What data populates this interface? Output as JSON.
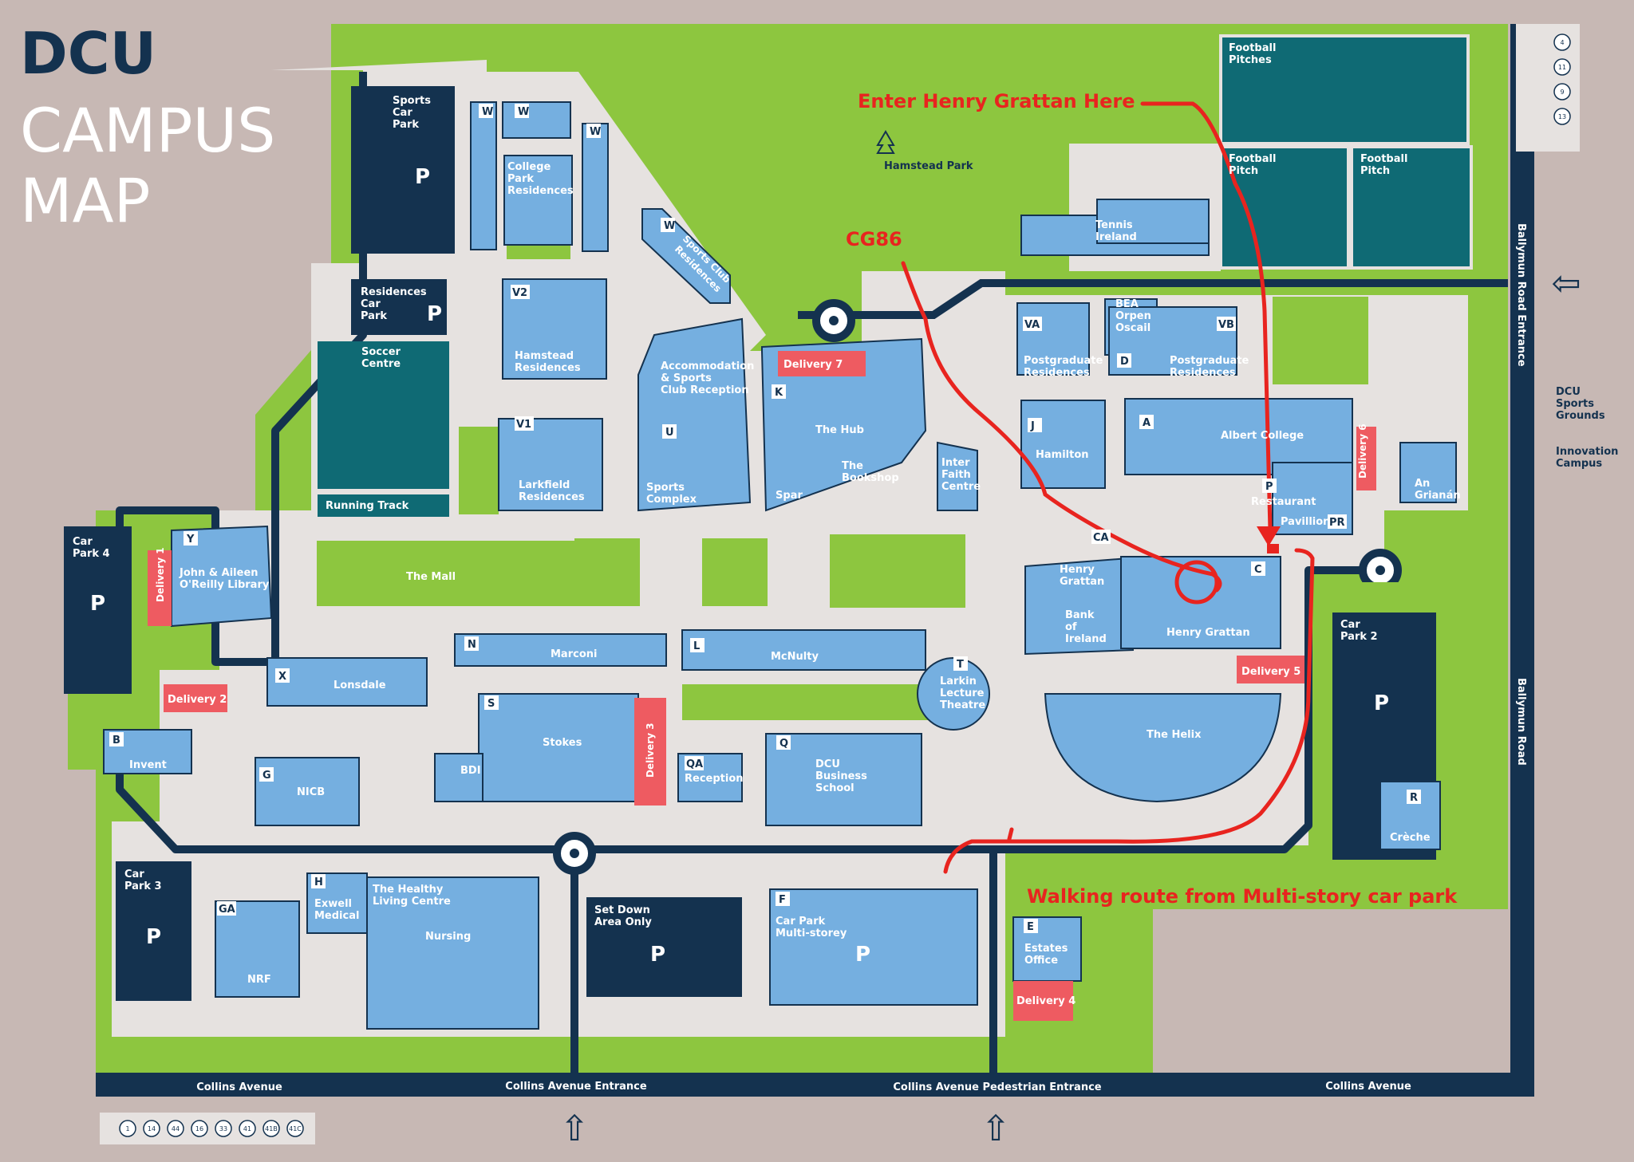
{
  "title": {
    "line1": "DCU",
    "line2": "CAMPUS",
    "line3": "MAP"
  },
  "colors": {
    "background": "#c7b8b4",
    "green": "#8dc63f",
    "navy": "#14324f",
    "building": "#75afe0",
    "teal": "#0f6a74",
    "delivery": "#ee5b61",
    "route": "#e8241f"
  },
  "annotations": {
    "enter": "Enter Henry Grattan Here",
    "room": "CG86",
    "route": "Walking route from Multi-story car park"
  },
  "roads": {
    "collins1": "Collins Avenue",
    "collins_entrance": "Collins Avenue Entrance",
    "collins_ped": "Collins Avenue Pedestrian Entrance",
    "collins2": "Collins Avenue",
    "ballymun_entrance": "Ballymun Road Entrance",
    "ballymun": "Ballymun Road"
  },
  "external": {
    "sports_l1": "DCU",
    "sports_l2": "Sports",
    "sports_l3": "Grounds",
    "innov_l1": "Innovation",
    "innov_l2": "Campus"
  },
  "places": {
    "sports_car_park": [
      "Sports",
      "Car",
      "Park"
    ],
    "college_park": [
      "College",
      "Park",
      "Residences"
    ],
    "hamstead_park": "Hamstead Park",
    "football_pitches": [
      "Football",
      "Pitches"
    ],
    "football_pitch1": [
      "Football",
      "Pitch"
    ],
    "football_pitch2": [
      "Football",
      "Pitch"
    ],
    "tennis": [
      "Tennis",
      "Ireland"
    ],
    "residences_car_park": [
      "Residences",
      "Car",
      "Park"
    ],
    "soccer_centre": [
      "Soccer",
      "Centre"
    ],
    "running_track": "Running Track",
    "hamstead_res": [
      "Hamstead",
      "Residences"
    ],
    "larkfield_res": [
      "Larkfield",
      "Residences"
    ],
    "sports_club_res": [
      "Sports Club",
      "Residences"
    ],
    "accommodation": [
      "Accommodation",
      "& Sports",
      "Club Reception"
    ],
    "sports_complex": [
      "Sports",
      "Complex"
    ],
    "the_hub": "The Hub",
    "bookshop": [
      "The",
      "Bookshop"
    ],
    "spar": "Spar",
    "interfaith": [
      "Inter",
      "Faith",
      "Centre"
    ],
    "delivery7": "Delivery 7",
    "bea": [
      "BEA",
      "Orpen",
      "Oscail"
    ],
    "pg_res_a": [
      "Postgraduate",
      "Residences"
    ],
    "pg_res_b": [
      "Postgraduate",
      "Residences"
    ],
    "hamilton": "Hamilton",
    "albert_college": "Albert College",
    "restaurant": "Restaurant",
    "pavilion": "Pavillion",
    "delivery6": "Delivery 6",
    "an_grianan": [
      "An",
      "Grianán"
    ],
    "car_park_4": [
      "Car",
      "Park 4"
    ],
    "delivery1": "Delivery 1",
    "library": [
      "John & Aileen",
      "O'Reilly Library"
    ],
    "the_mall": "The Mall",
    "henry_grattan_small": [
      "Henry",
      "Grattan"
    ],
    "bank": [
      "Bank",
      "of",
      "Ireland"
    ],
    "henry_grattan": "Henry Grattan",
    "delivery5": "Delivery 5",
    "lonsdale": "Lonsdale",
    "marconi": "Marconi",
    "mcnulty": "McNulty",
    "larkin": [
      "Larkin",
      "Lecture",
      "Theatre"
    ],
    "delivery2": "Delivery 2",
    "invent": "Invent",
    "nicb": "NICB",
    "stokes": "Stokes",
    "bdi": "BDI",
    "delivery3": "Delivery 3",
    "qa_reception": "Reception",
    "business_school": [
      "DCU",
      "Business",
      "School"
    ],
    "the_helix": "The Helix",
    "car_park_2": [
      "Car",
      "Park 2"
    ],
    "creche": "Crèche",
    "car_park_3": [
      "Car",
      "Park 3"
    ],
    "exwell": [
      "Exwell",
      "Medical"
    ],
    "healthy_living": [
      "The Healthy",
      "Living Centre"
    ],
    "nursing": "Nursing",
    "nrf": "NRF",
    "set_down": [
      "Set Down",
      "Area Only"
    ],
    "multistorey": [
      "Car Park",
      "Multi-storey"
    ],
    "estates": [
      "Estates",
      "Office"
    ],
    "delivery4": "Delivery 4"
  },
  "codes": {
    "w1": "W",
    "w2": "W",
    "w3": "W",
    "w4": "W",
    "v2": "V2",
    "v1": "V1",
    "u": "U",
    "k": "K",
    "va": "VA",
    "vb": "VB",
    "d": "D",
    "j": "J",
    "a": "A",
    "p": "P",
    "pr": "PR",
    "y": "Y",
    "ca": "CA",
    "c": "C",
    "n": "N",
    "l": "L",
    "t": "T",
    "x": "X",
    "s": "S",
    "b": "B",
    "g": "G",
    "qa": "QA",
    "q": "Q",
    "r": "R",
    "h": "H",
    "ga": "GA",
    "f": "F",
    "e": "E",
    "parking": "P"
  },
  "bus_routes_bottom": [
    "1",
    "14",
    "44",
    "16",
    "33",
    "41",
    "41B",
    "41C"
  ],
  "bus_routes_right": [
    "4",
    "11",
    "9",
    "13"
  ]
}
